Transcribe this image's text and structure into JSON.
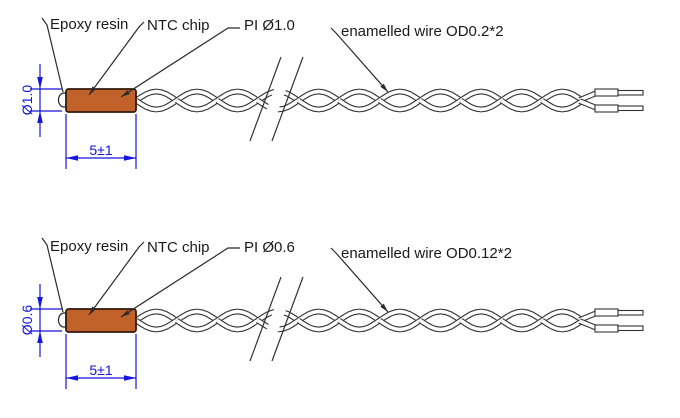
{
  "drawings": [
    {
      "epoxy_label": "Epoxy resin",
      "chip_label": "NTC chip",
      "pi_label": "PI Ø1.0",
      "wire_label": "enamelled wire OD0.2*2",
      "diameter_dim": "Ø1.0",
      "length_dim": "5±1"
    },
    {
      "epoxy_label": "Epoxy resin",
      "chip_label": "NTC chip",
      "pi_label": "PI Ø0.6",
      "wire_label": "enamelled wire OD0.12*2",
      "diameter_dim": "Ø0.6",
      "length_dim": "5±1"
    }
  ],
  "colors": {
    "body_fill": "#C2622B",
    "body_stroke": "#33190A",
    "dimension": "#1515DD",
    "line": "#333333",
    "background": "#FFFFFF"
  }
}
